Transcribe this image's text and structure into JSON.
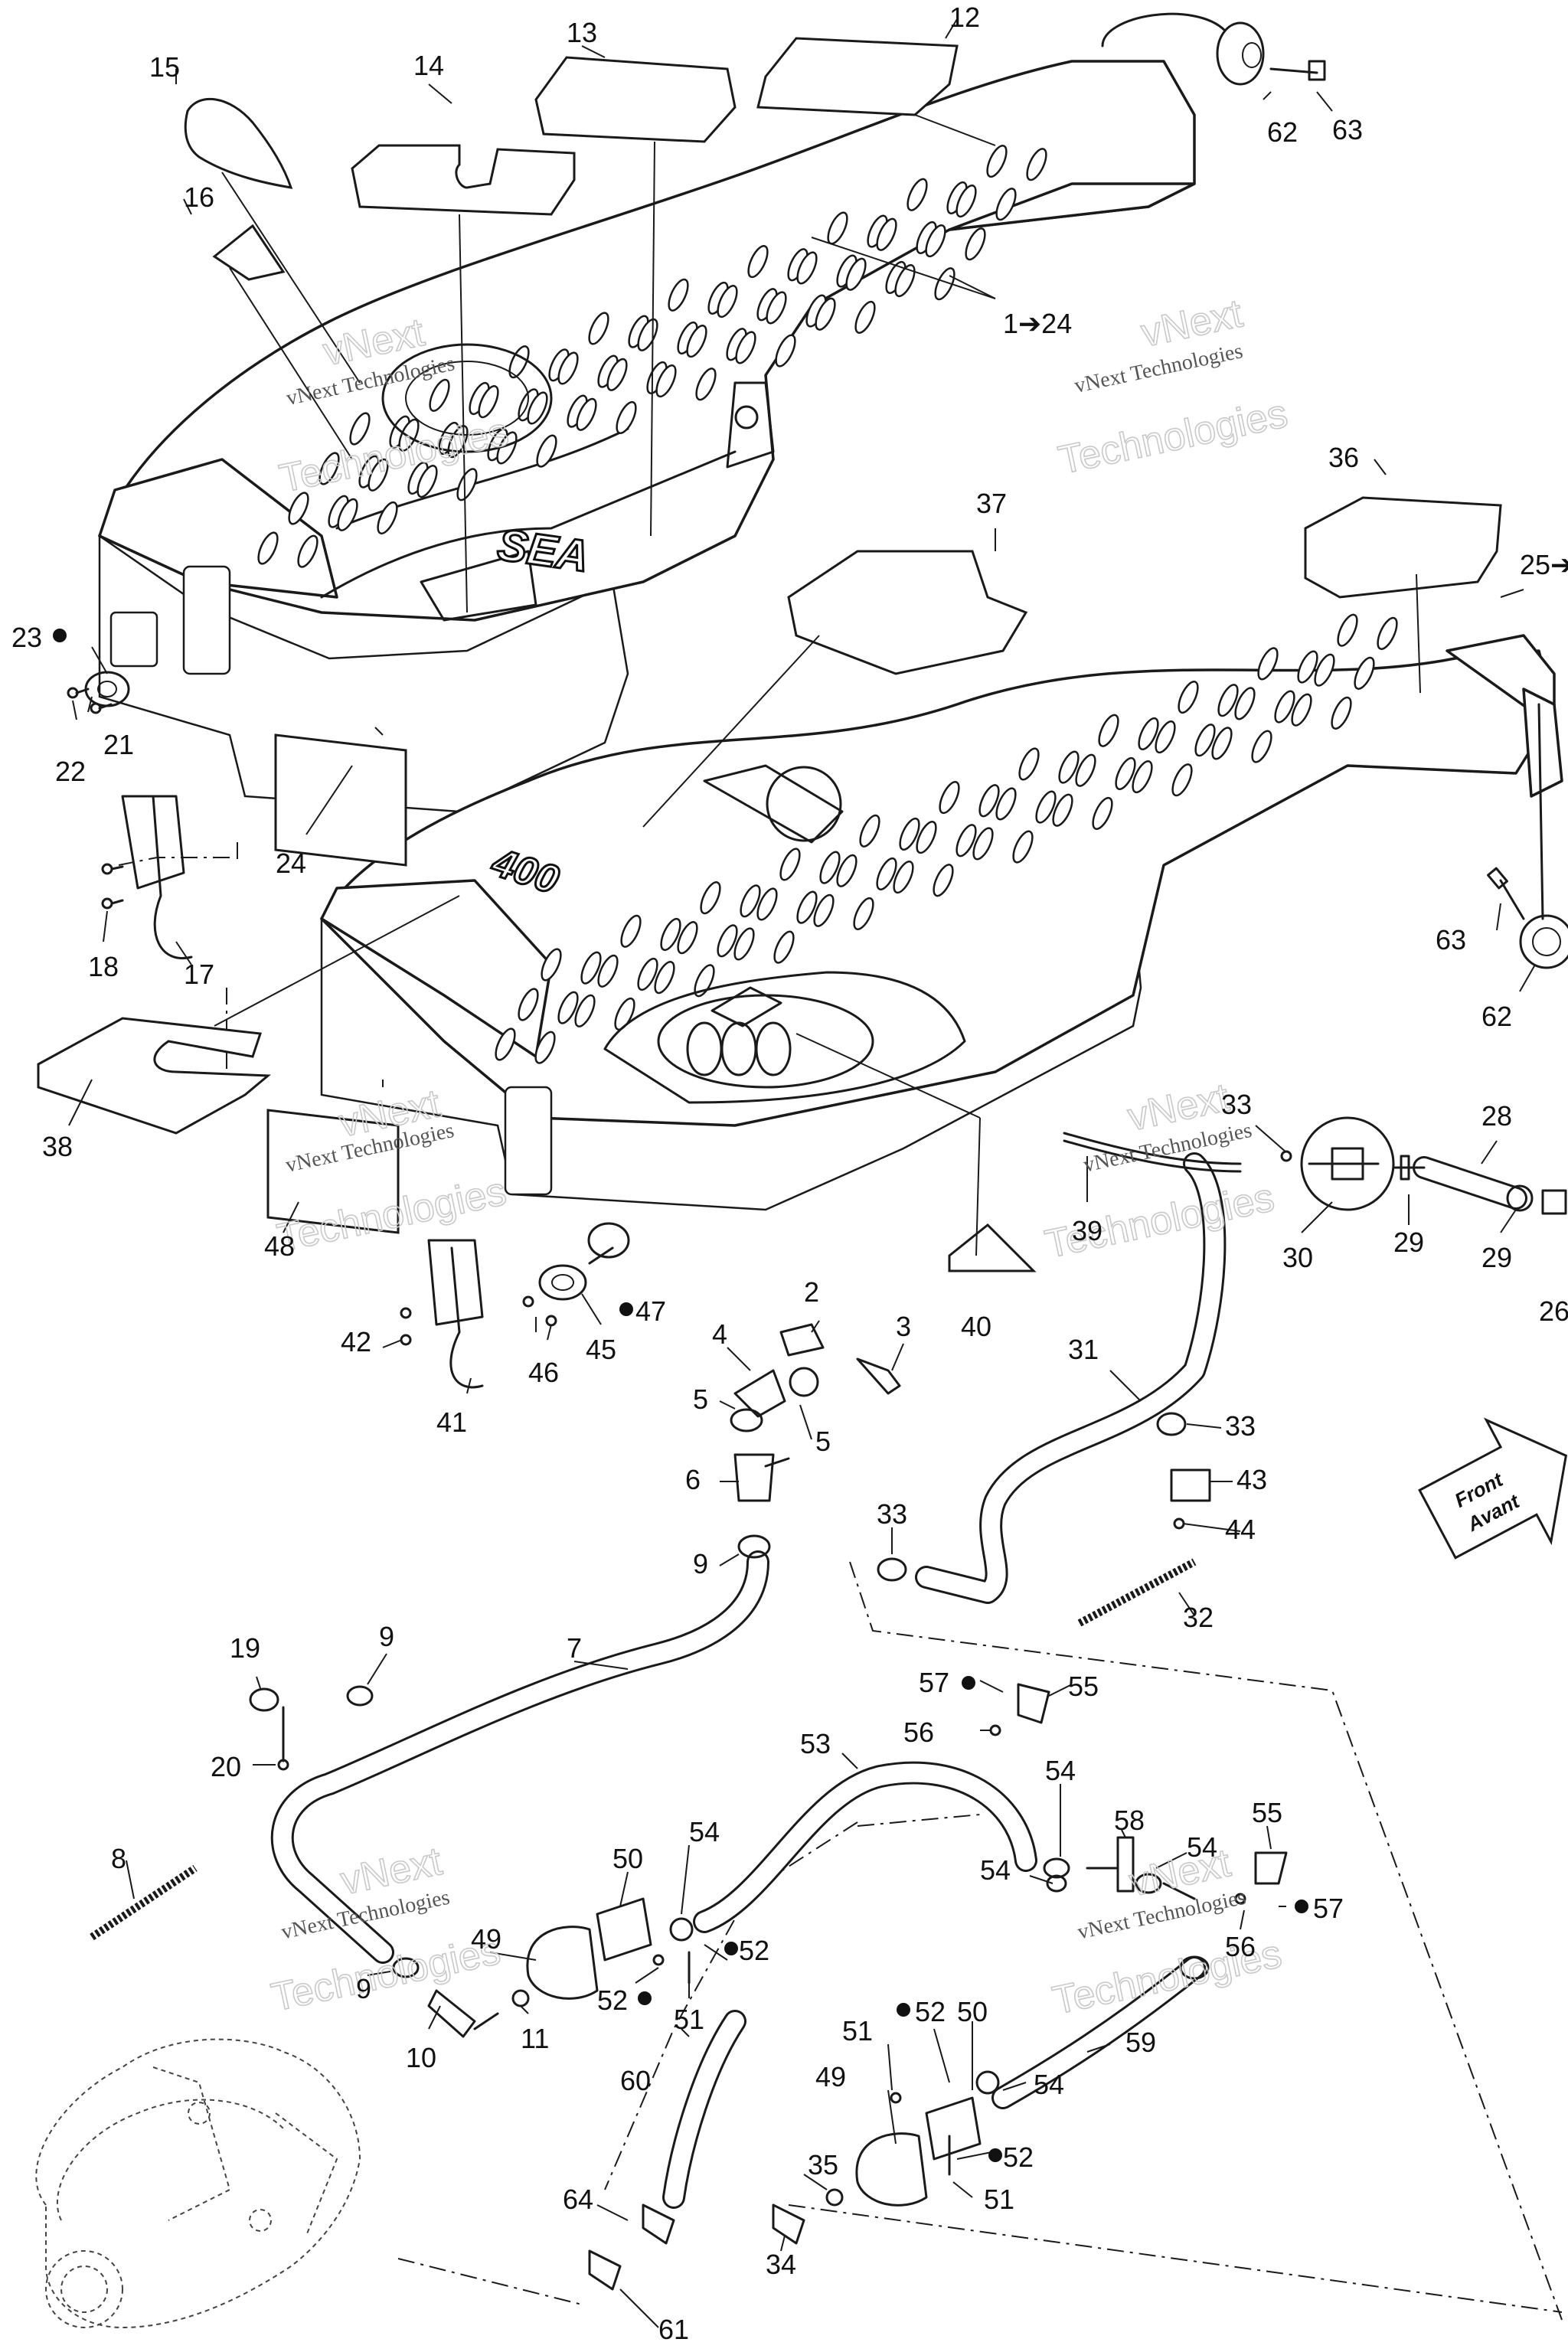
{
  "callouts": [
    {
      "id": "c1",
      "text": "12"
    },
    {
      "id": "c2",
      "text": "13"
    },
    {
      "id": "c3",
      "text": "14"
    },
    {
      "id": "c4",
      "text": "15"
    },
    {
      "id": "c5",
      "text": "16"
    },
    {
      "id": "c6",
      "text": "62"
    },
    {
      "id": "c7",
      "text": "63"
    },
    {
      "id": "c8",
      "text": "1➔24"
    },
    {
      "id": "c9",
      "text": "36"
    },
    {
      "id": "c10",
      "text": "25➔"
    },
    {
      "id": "c11",
      "text": "37"
    },
    {
      "id": "c12",
      "text": "23"
    },
    {
      "id": "c13",
      "text": "21"
    },
    {
      "id": "c14",
      "text": "22"
    },
    {
      "id": "c15",
      "text": "24"
    },
    {
      "id": "c16",
      "text": "18"
    },
    {
      "id": "c17",
      "text": "17"
    },
    {
      "id": "c18",
      "text": "63"
    },
    {
      "id": "c19",
      "text": "62"
    },
    {
      "id": "c20",
      "text": "38"
    },
    {
      "id": "c21",
      "text": "48"
    },
    {
      "id": "c22",
      "text": "42"
    },
    {
      "id": "c23",
      "text": "41"
    },
    {
      "id": "c24",
      "text": "46"
    },
    {
      "id": "c25",
      "text": "45"
    },
    {
      "id": "c26",
      "text": "47"
    },
    {
      "id": "c27",
      "text": "40"
    },
    {
      "id": "c28",
      "text": "39"
    },
    {
      "id": "c29",
      "text": "33"
    },
    {
      "id": "c30",
      "text": "28"
    },
    {
      "id": "c31",
      "text": "30"
    },
    {
      "id": "c32",
      "text": "29"
    },
    {
      "id": "c33",
      "text": "29"
    },
    {
      "id": "c34",
      "text": "26"
    },
    {
      "id": "c35",
      "text": "2"
    },
    {
      "id": "c36",
      "text": "3"
    },
    {
      "id": "c37",
      "text": "4"
    },
    {
      "id": "c38",
      "text": "5"
    },
    {
      "id": "c39",
      "text": "5"
    },
    {
      "id": "c40",
      "text": "6"
    },
    {
      "id": "c41",
      "text": "9"
    },
    {
      "id": "c42",
      "text": "31"
    },
    {
      "id": "c43",
      "text": "33"
    },
    {
      "id": "c44",
      "text": "43"
    },
    {
      "id": "c45",
      "text": "44"
    },
    {
      "id": "c46",
      "text": "33"
    },
    {
      "id": "c47",
      "text": "32"
    },
    {
      "id": "c48",
      "text": "7"
    },
    {
      "id": "c49",
      "text": "19"
    },
    {
      "id": "c50",
      "text": "9"
    },
    {
      "id": "c51",
      "text": "20"
    },
    {
      "id": "c52",
      "text": "8"
    },
    {
      "id": "c53",
      "text": "57"
    },
    {
      "id": "c54",
      "text": "55"
    },
    {
      "id": "c55",
      "text": "56"
    },
    {
      "id": "c56",
      "text": "53"
    },
    {
      "id": "c57",
      "text": "54"
    },
    {
      "id": "c58",
      "text": "58"
    },
    {
      "id": "c59",
      "text": "55"
    },
    {
      "id": "c60",
      "text": "54"
    },
    {
      "id": "c61",
      "text": "54"
    },
    {
      "id": "c62",
      "text": "57"
    },
    {
      "id": "c63",
      "text": "56"
    },
    {
      "id": "c64",
      "text": "50"
    },
    {
      "id": "c65",
      "text": "54"
    },
    {
      "id": "c66",
      "text": "49"
    },
    {
      "id": "c67",
      "text": "52"
    },
    {
      "id": "c68",
      "text": "52"
    },
    {
      "id": "c69",
      "text": "51"
    },
    {
      "id": "c70",
      "text": "9"
    },
    {
      "id": "c71",
      "text": "10"
    },
    {
      "id": "c72",
      "text": "11"
    },
    {
      "id": "c73",
      "text": "52"
    },
    {
      "id": "c74",
      "text": "50"
    },
    {
      "id": "c75",
      "text": "51"
    },
    {
      "id": "c76",
      "text": "49"
    },
    {
      "id": "c77",
      "text": "54"
    },
    {
      "id": "c78",
      "text": "59"
    },
    {
      "id": "c79",
      "text": "60"
    },
    {
      "id": "c80",
      "text": "35"
    },
    {
      "id": "c81",
      "text": "52"
    },
    {
      "id": "c82",
      "text": "51"
    },
    {
      "id": "c83",
      "text": "64"
    },
    {
      "id": "c84",
      "text": "34"
    },
    {
      "id": "c85",
      "text": "61"
    }
  ],
  "watermarks": {
    "small": "vNext Technologies",
    "big_top": "vNext",
    "big_bottom": "Technologies"
  },
  "front_badge": {
    "line1": "Front",
    "line2": "Avant"
  },
  "deck_logo_upper": "SEA",
  "deck_logo_lower": "400"
}
